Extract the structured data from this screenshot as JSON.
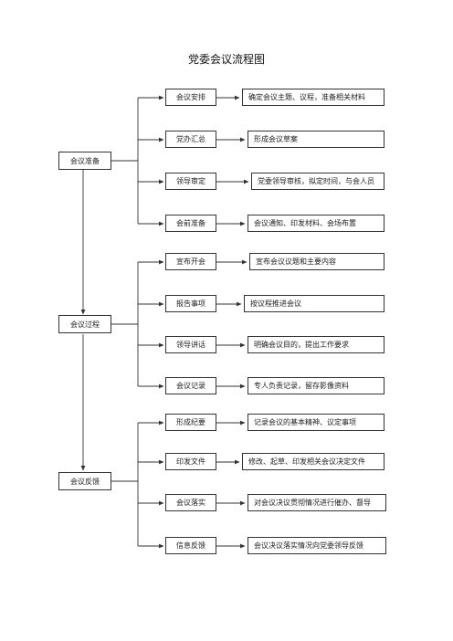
{
  "title": "党委会议流程图",
  "sections": [
    {
      "label": "会议准备",
      "steps": [
        {
          "label": "会议安排",
          "desc": "确定会议主题、议程，准备相关材料"
        },
        {
          "label": "党办汇总",
          "desc": "形成会议草案"
        },
        {
          "label": "领导审定",
          "desc": "党委领导审核，拟定时间，与会人员"
        },
        {
          "label": "会前准备",
          "desc": "会议通知、印发材料、会场布置"
        }
      ]
    },
    {
      "label": "会议过程",
      "steps": [
        {
          "label": "宣布开会",
          "desc": "宣布会议议题和主要内容"
        },
        {
          "label": "报告事项",
          "desc": "按议程推进会议"
        },
        {
          "label": "领导讲话",
          "desc": "明确会议目的，提出工作要求"
        },
        {
          "label": "会议记录",
          "desc": "专人负责记录，留存影像资料"
        }
      ]
    },
    {
      "label": "会议反馈",
      "steps": [
        {
          "label": "形成纪要",
          "desc": "记录会议的基本精神、议定事项"
        },
        {
          "label": "印发文件",
          "desc": "修改、起草、印发相关会议决定文件"
        },
        {
          "label": "会议落实",
          "desc": "对会议决议贯彻情况进行催办、督导"
        },
        {
          "label": "信息反馈",
          "desc": "会议决议落实情况向党委领导反馈"
        }
      ]
    }
  ]
}
